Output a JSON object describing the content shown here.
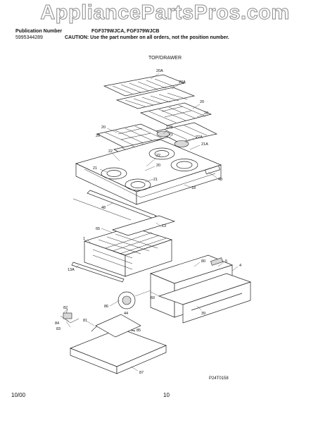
{
  "watermark": "AppliancePartsPros.com",
  "header": {
    "publication_label": "Publication Number",
    "publication_number": "5995344289",
    "models": "FGF379WJCA, FGF379WJCB",
    "caution": "CAUTION: Use the part number on all orders, not the position number."
  },
  "section_title": "TOP/DRAWER",
  "figure_code": "P24T0158",
  "footer": {
    "date": "10/00",
    "page": "10"
  },
  "callouts": {
    "c20a_1": "20A",
    "c20a_2": "20A",
    "c20_1": "20",
    "c20_2": "20",
    "c20_3": "20",
    "c20_4": "20",
    "c22b": "22B",
    "c22a": "22A",
    "c21a": "21A",
    "c21_1": "21",
    "c21_2": "21",
    "c21_3": "21",
    "c22_1": "22",
    "c22_2": "22",
    "c48_1": "48",
    "c48_2": "48",
    "c18": "18",
    "c65": "65",
    "c13": "13",
    "c1": "1",
    "c13a": "13A",
    "c80": "80",
    "c5": "5",
    "c4": "4",
    "c60": "60",
    "c39": "39",
    "c86": "86",
    "c44": "44",
    "c82": "82",
    "c84": "84",
    "c83": "83",
    "c81": "81",
    "c85": "85",
    "c87": "87"
  }
}
